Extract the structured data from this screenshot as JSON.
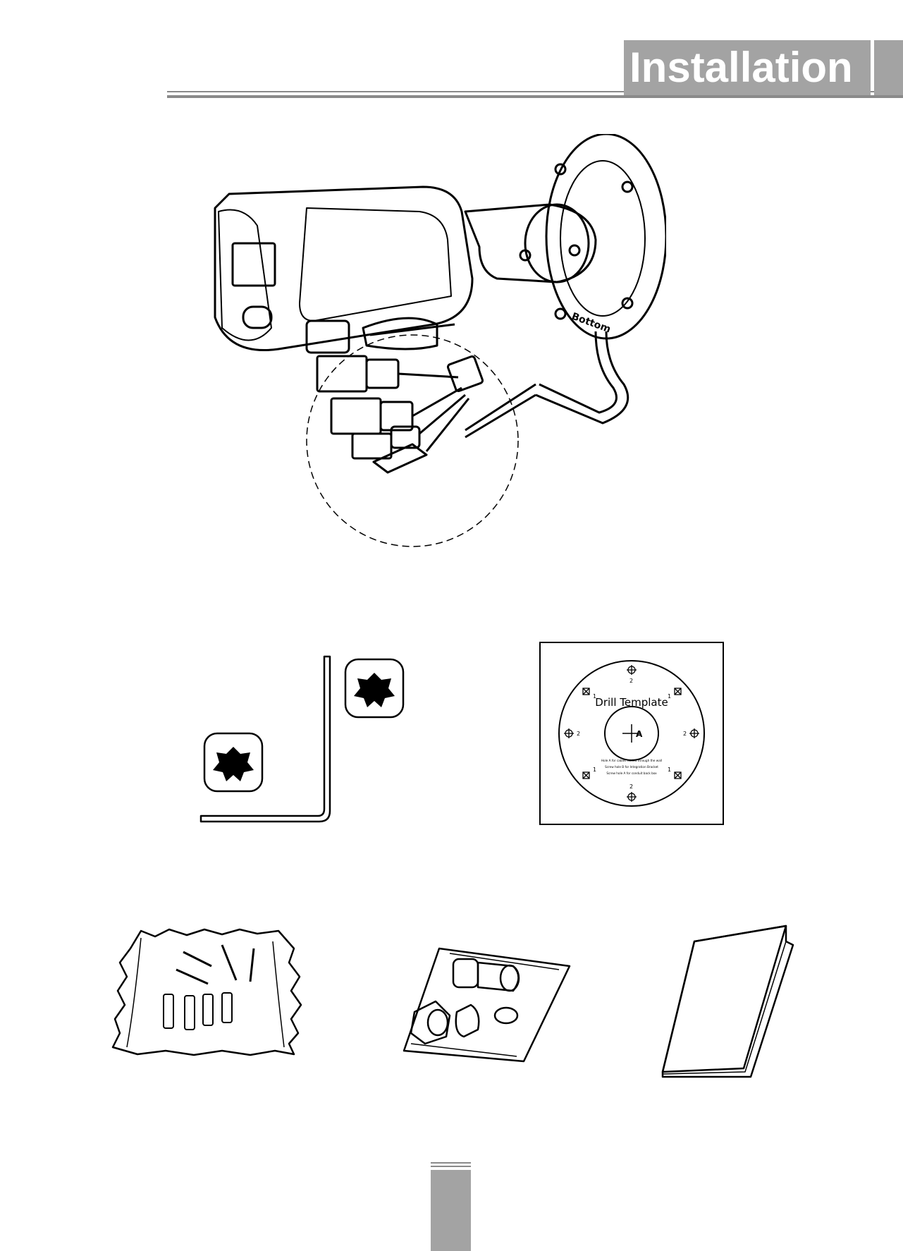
{
  "header": {
    "title": "Installation",
    "accent_color": "#a3a3a3"
  },
  "camera_figure": {
    "label": "Bottom"
  },
  "drill_template": {
    "title": "Drill Template",
    "center_label": "A",
    "hole_label_1": "1",
    "hole_label_2": "2",
    "notes": [
      "Hole A for cables routed through the wall",
      "Screw hole B for Integration Bracket",
      "Screw hole A for conduit back box"
    ]
  }
}
